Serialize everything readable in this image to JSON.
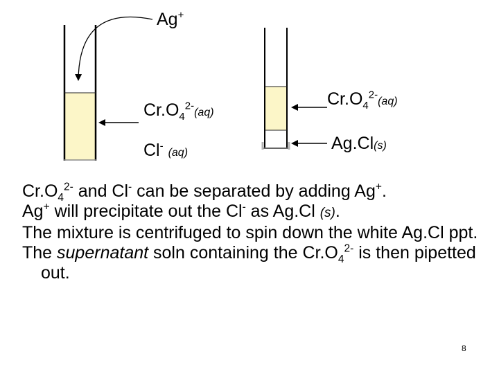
{
  "diagram": {
    "reagent": {
      "base": "Ag",
      "charge": "+"
    },
    "left_tube": {
      "top_label": {
        "formula": "Cr.O",
        "sub": "4",
        "charge": "2-",
        "state": "(aq)"
      },
      "bottom_label": {
        "formula": "Cl",
        "charge": "-",
        "state": "(aq)"
      }
    },
    "right_tube": {
      "top_label": {
        "formula": "Cr.O",
        "sub": "4",
        "charge": "2-",
        "state": "(aq)"
      },
      "bottom_label": {
        "formula": "Ag.Cl",
        "state": "(s)"
      }
    },
    "colors": {
      "solution": "#fcf6c8",
      "precipitate": "#ffffff",
      "tube_wall": "#000000",
      "bottom_frame": "#b3b3b3"
    }
  },
  "bullets": [
    {
      "a": "Cr.O",
      "a_sub": "4",
      "a_sup": "2-",
      "b": " and Cl",
      "b_sup": "-",
      "c": " can be separated by adding Ag",
      "c_sup": "+",
      "d": "."
    },
    {
      "a": "Ag",
      "a_sup": "+",
      "b": " will precipitate out the Cl",
      "b_sup": "-",
      "c": " as Ag.Cl ",
      "c_small": "(s)",
      "d": "."
    },
    {
      "a": "The mixture is centrifuged to spin down the white Ag.Cl ppt."
    },
    {
      "a": "The ",
      "a_em": "supernatant",
      "b": " soln containing the Cr.O",
      "b_sub": "4",
      "b_sup": "2-",
      "c": " is then pipetted out."
    }
  ],
  "page_number": "8"
}
